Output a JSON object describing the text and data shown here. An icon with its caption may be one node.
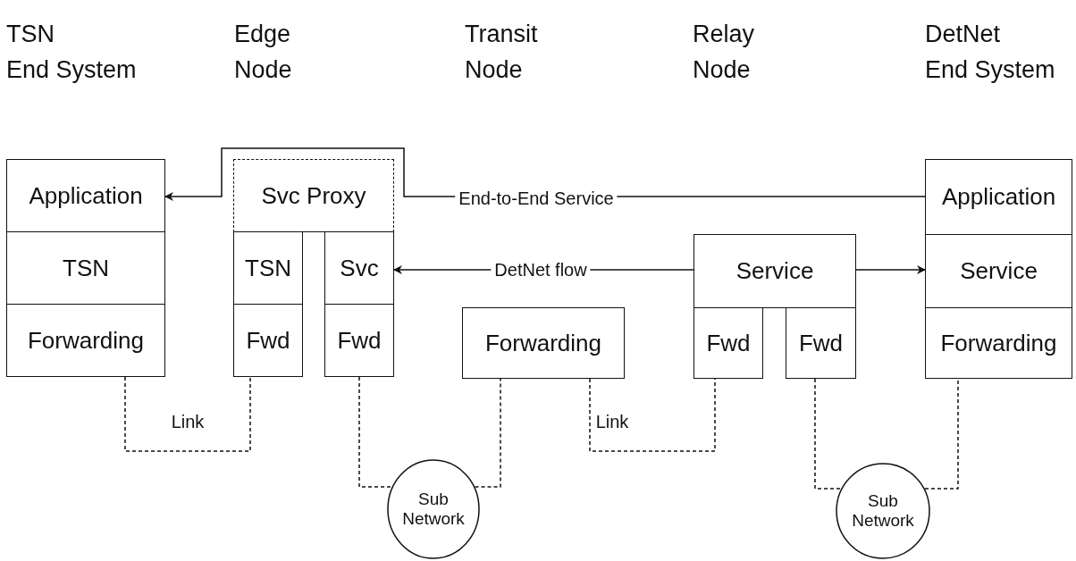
{
  "diagram": {
    "nodes": [
      {
        "text": [
          "Application"
        ]
      },
      {
        "text": [
          "TSN"
        ]
      },
      {
        "text": [
          "Forwarding"
        ]
      },
      {
        "text": [
          "Svc Proxy"
        ]
      },
      {
        "text": [
          "TSN"
        ]
      },
      {
        "text": [
          "Fwd"
        ]
      },
      {
        "text": [
          "Svc"
        ]
      },
      {
        "text": [
          "Fwd"
        ]
      },
      {
        "text": [
          "Forwarding"
        ]
      },
      {
        "text": [
          "Service"
        ]
      },
      {
        "text": [
          "Fwd"
        ]
      },
      {
        "text": [
          "Fwd"
        ]
      },
      {
        "text": [
          "Application"
        ]
      },
      {
        "text": [
          "Service"
        ]
      },
      {
        "text": [
          "Forwarding"
        ]
      },
      {
        "text": [
          "Sub Network"
        ]
      },
      {
        "text": [
          "Sub Network"
        ]
      }
    ],
    "edges": [
      {
        "from": 12,
        "to": 0,
        "arrow": "to",
        "label": "End-to-End Service"
      },
      {
        "from": 9,
        "to": 6,
        "arrow": "to",
        "label": "DetNet flow"
      },
      {
        "from": 9,
        "to": 13,
        "arrow": "to"
      },
      {
        "from": 2,
        "to": 5,
        "arrow": "none",
        "style": "dashed",
        "label": "Link"
      },
      {
        "from": 7,
        "to": 15,
        "arrow": "none",
        "style": "dashed"
      },
      {
        "from": 15,
        "to": 8,
        "arrow": "none",
        "style": "dashed"
      },
      {
        "from": 8,
        "to": 10,
        "arrow": "none",
        "style": "dashed",
        "label": "Link"
      },
      {
        "from": 11,
        "to": 16,
        "arrow": "none",
        "style": "dashed"
      },
      {
        "from": 16,
        "to": 14,
        "arrow": "none",
        "style": "dashed"
      }
    ],
    "labels": [
      "TSN End System",
      "Edge Node",
      "Transit Node",
      "Relay Node",
      "DetNet End System"
    ]
  }
}
